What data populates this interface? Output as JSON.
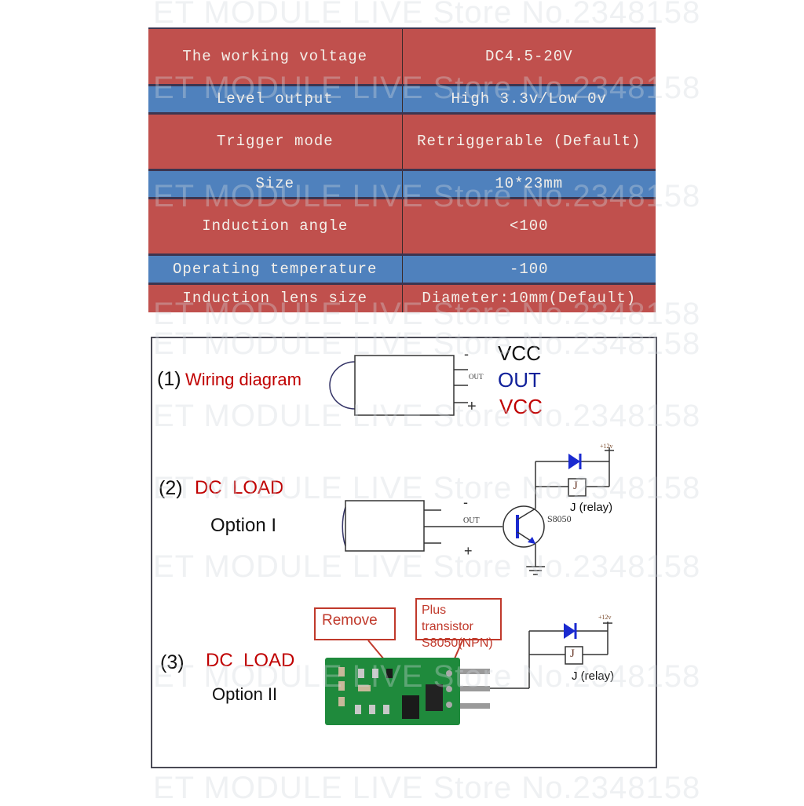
{
  "watermark": "ET MODULE LIVE  Store No.2348158",
  "spec_table": {
    "rows": [
      {
        "label": "The working voltage",
        "value": "DC4.5-20V",
        "color": "red"
      },
      {
        "label": "Level output",
        "value": "High 3.3v/Low 0v",
        "color": "blue"
      },
      {
        "label": "Trigger mode",
        "value": "Retriggerable (Default)",
        "color": "red"
      },
      {
        "label": "Size",
        "value": "10*23mm",
        "color": "blue"
      },
      {
        "label": "Induction angle",
        "value": "<100",
        "color": "red"
      },
      {
        "label": "Operating temperature",
        "value": "-100",
        "color": "blue"
      },
      {
        "label": "Induction lens size",
        "value": "Diameter:10mm(Default)",
        "color": "red"
      }
    ]
  },
  "panel1": {
    "number": "(1)",
    "title": "Wiring diagram",
    "pin_minus": "-",
    "pin_out": "OUT",
    "pin_plus": "+",
    "vcc_neg_label": "VCC",
    "out_label": "OUT",
    "vcc_pos_label": "VCC"
  },
  "panel2": {
    "number": "(2)",
    "title": "DC  LOAD",
    "subtitle": "Option I",
    "pin_minus": "-",
    "pin_out": "OUT",
    "pin_plus": "+",
    "transistor": "S8050",
    "relay_symbol": "J",
    "relay_label": "J (relay)",
    "supply": "+12v"
  },
  "panel3": {
    "number": "(3)",
    "title": "DC  LOAD",
    "subtitle": "Option II",
    "callout_remove": "Remove",
    "callout_add_line1": "Plus transistor",
    "callout_add_line2": "S8050(NPN)",
    "relay_symbol": "J",
    "relay_label": "J (relay)",
    "supply": "+12v"
  },
  "colors": {
    "row_red": "#c0504d",
    "row_blue": "#4f81bd",
    "label_red": "#c00000",
    "label_blue": "#10209a",
    "diode_blue": "#1a2ad0",
    "pcb_green": "#1f8a3c"
  }
}
